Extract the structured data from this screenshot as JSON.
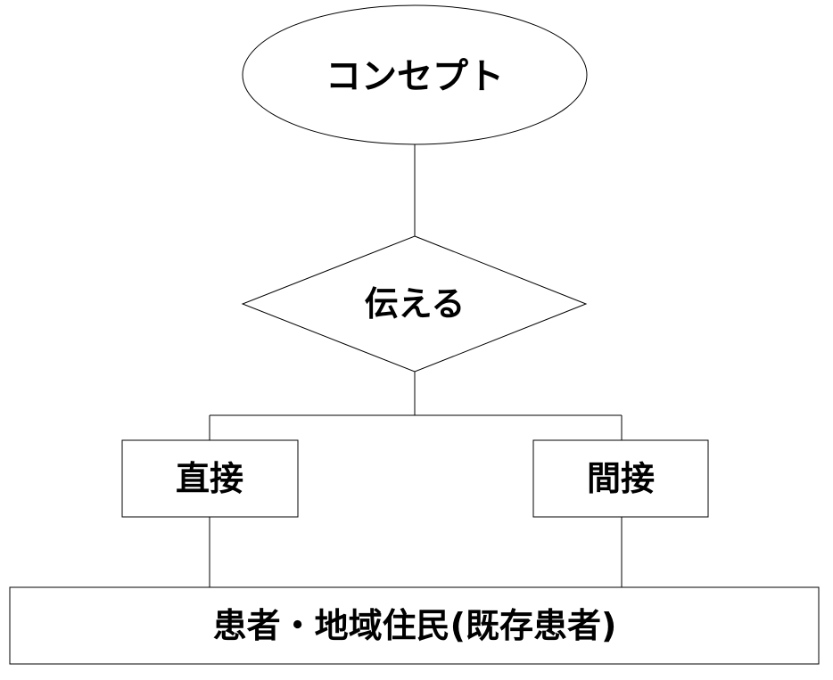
{
  "diagram": {
    "concept": "コンセプト",
    "convey": "伝える",
    "direct": "直接",
    "indirect": "間接",
    "audience": "患者・地域住民(既存患者)"
  }
}
